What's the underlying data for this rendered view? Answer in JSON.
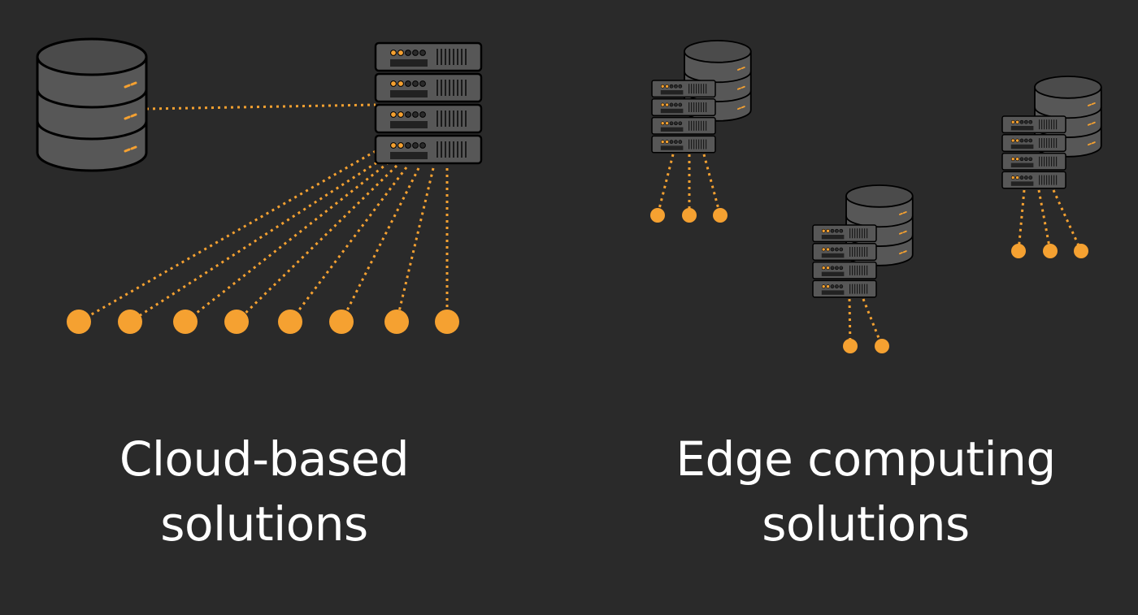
{
  "labels": {
    "cloud": {
      "line1": "Cloud-based",
      "line2": "solutions"
    },
    "edge": {
      "line1": "Edge computing",
      "line2": "solutions"
    }
  },
  "colors": {
    "background": "#2a2a2a",
    "accent": "#f5a131",
    "device_fill": "#575757",
    "device_dark": "#3a3a3a",
    "outline": "#000000",
    "text": "#ffffff"
  },
  "icons": {
    "database": "database-icon",
    "server_rack": "server-rack-icon",
    "client_node": "client-node-icon"
  },
  "topology": {
    "cloud": {
      "databases": 1,
      "central_servers": 1,
      "clients": 8
    },
    "edge": {
      "edge_nodes": 3,
      "clients_per_node": [
        3,
        2,
        3
      ]
    }
  }
}
